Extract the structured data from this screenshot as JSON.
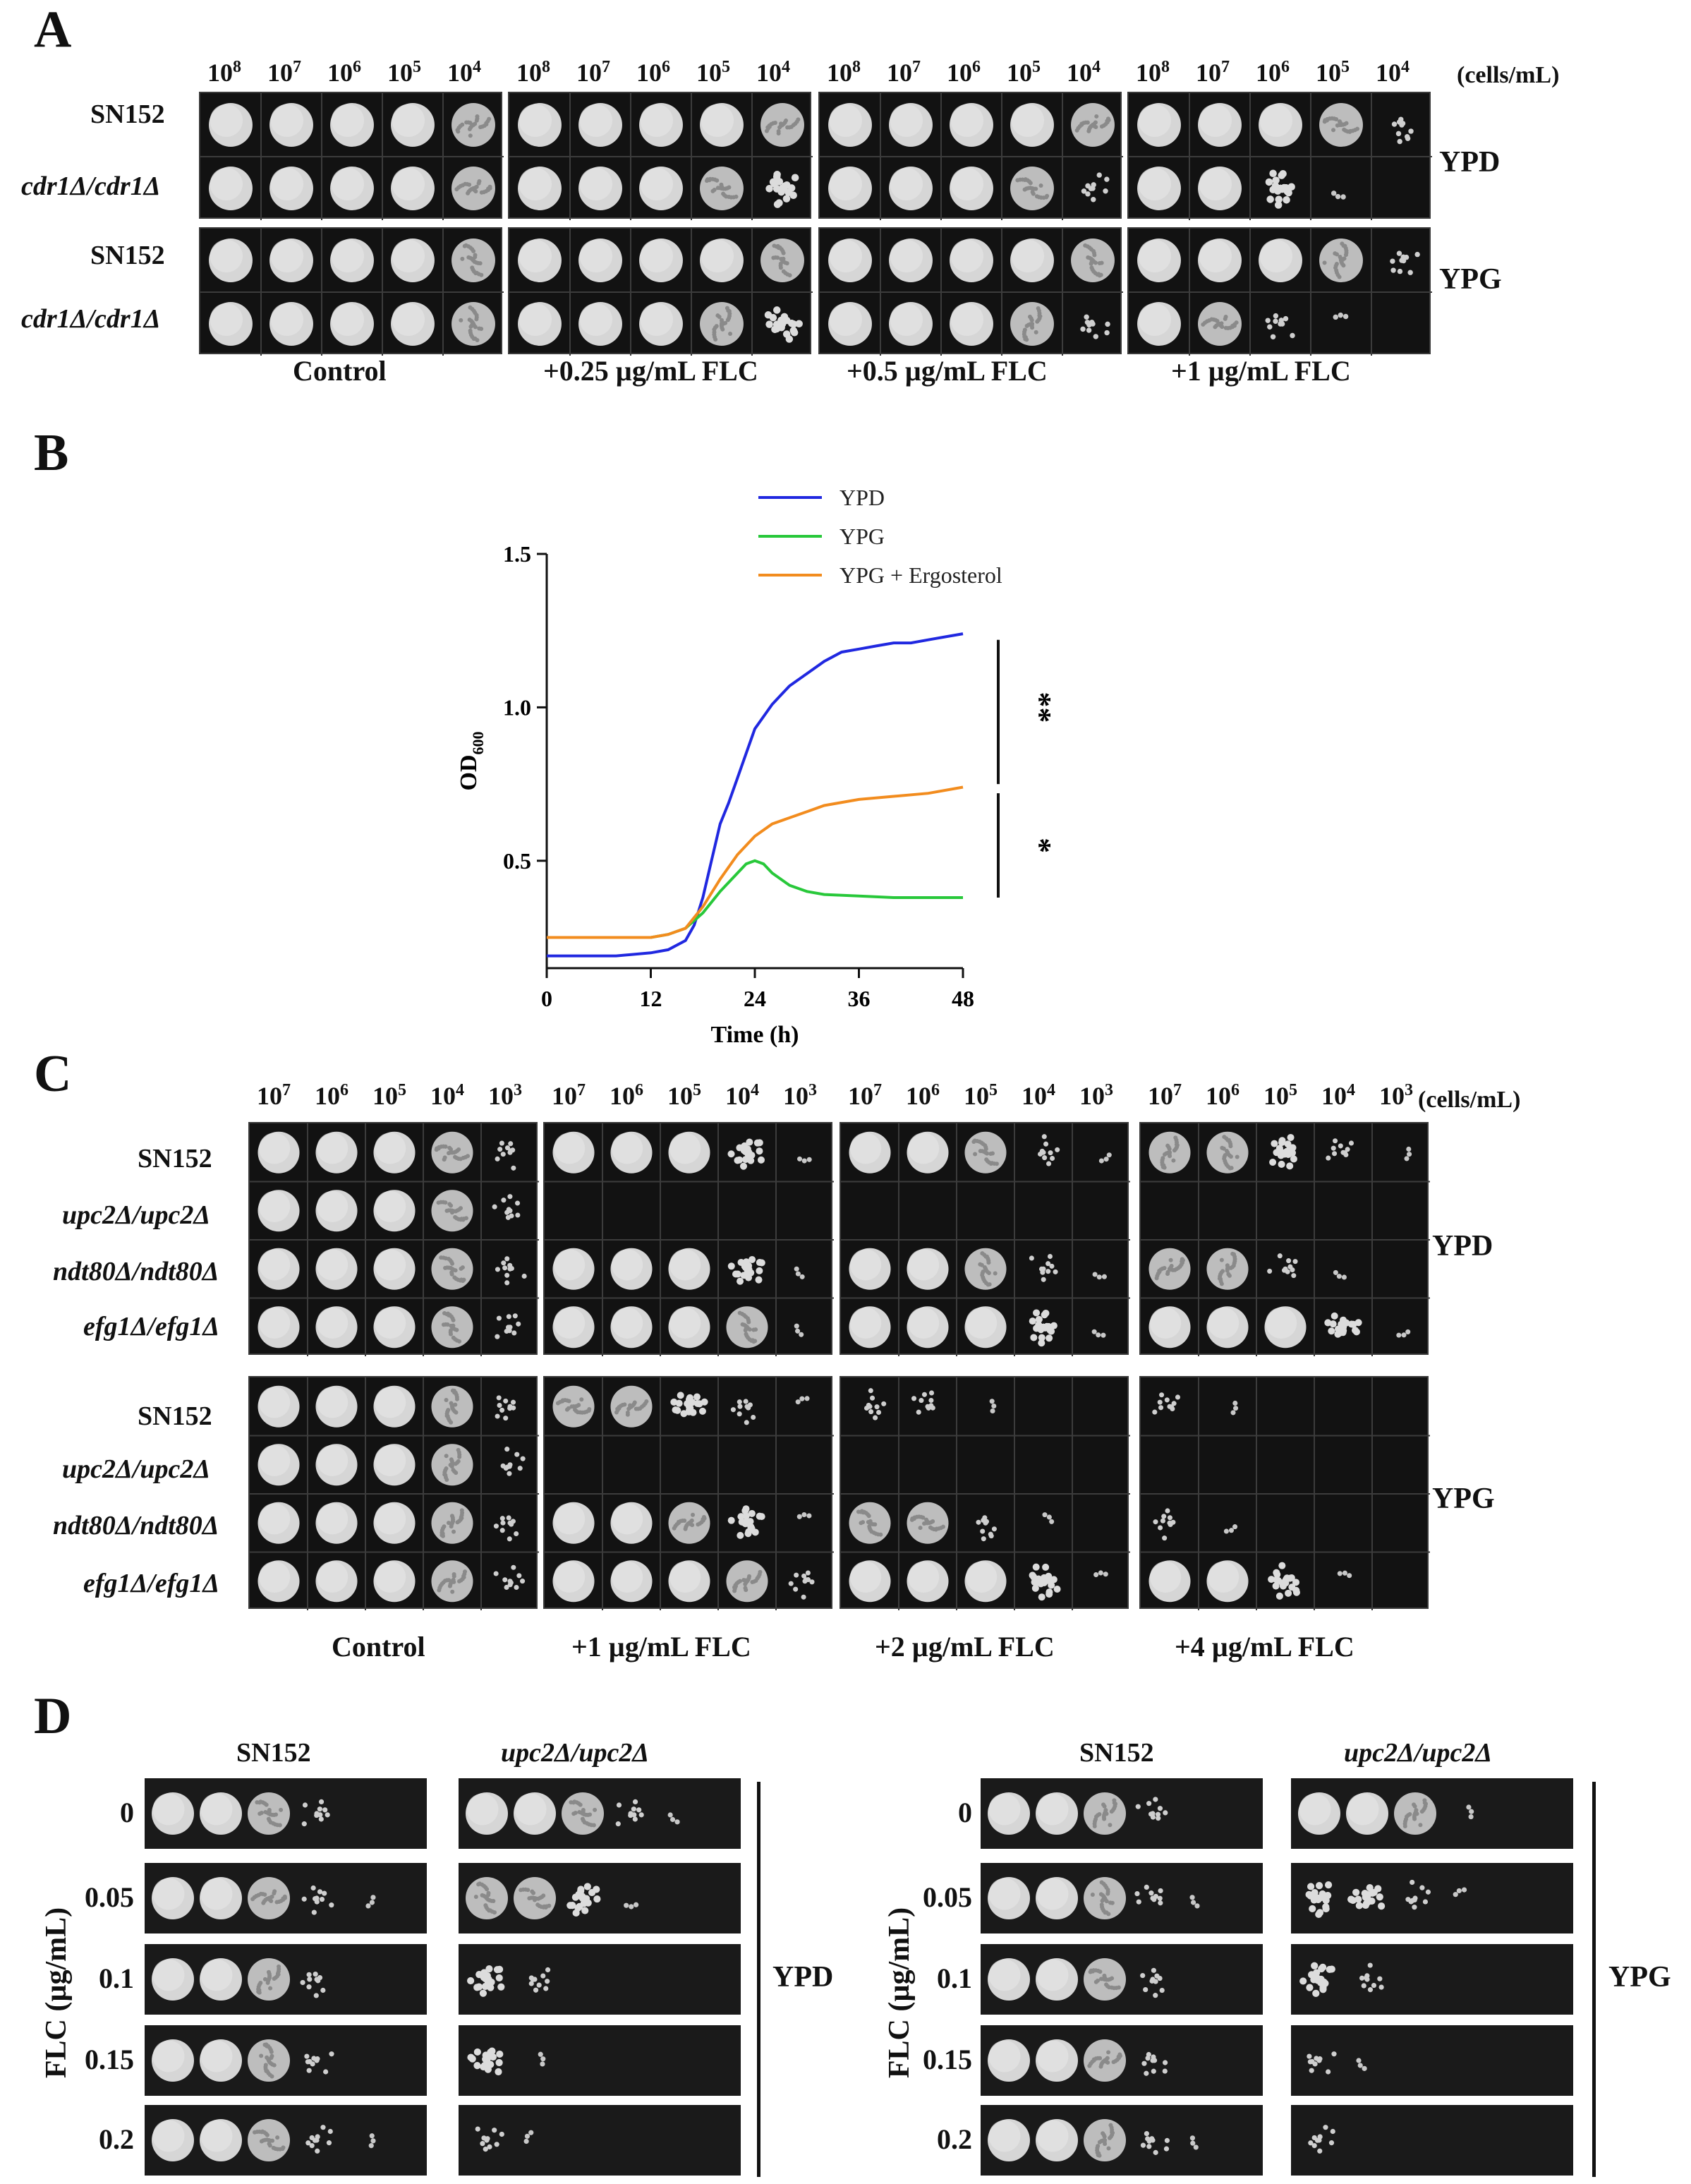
{
  "panels": {
    "A": {
      "letter": "A",
      "dilutions": [
        "10",
        "10",
        "10",
        "10",
        "10"
      ],
      "exponents": [
        "8",
        "7",
        "6",
        "5",
        "4"
      ],
      "units": "(cells/mL)",
      "strains": [
        "SN152",
        "cdr1Δ/cdr1Δ",
        "SN152",
        "cdr1Δ/cdr1Δ"
      ],
      "media": [
        "YPD",
        "YPG"
      ],
      "conditions": [
        "Control",
        "+0.25 µg/mL FLC",
        "+0.5 µg/mL FLC",
        "+1 µg/mL FLC"
      ],
      "growth": {
        "YPD": [
          [
            [
              5,
              5,
              5,
              5,
              4
            ],
            [
              5,
              5,
              5,
              5,
              4
            ]
          ],
          [
            [
              5,
              5,
              5,
              5,
              4
            ],
            [
              5,
              5,
              5,
              4,
              3
            ]
          ],
          [
            [
              5,
              5,
              5,
              5,
              4
            ],
            [
              5,
              5,
              5,
              4,
              2
            ]
          ],
          [
            [
              5,
              5,
              5,
              4,
              2
            ],
            [
              5,
              5,
              3,
              1,
              0
            ]
          ]
        ],
        "YPG": [
          [
            [
              5,
              5,
              5,
              5,
              4
            ],
            [
              5,
              5,
              5,
              5,
              4
            ]
          ],
          [
            [
              5,
              5,
              5,
              5,
              4
            ],
            [
              5,
              5,
              5,
              4,
              3
            ]
          ],
          [
            [
              5,
              5,
              5,
              5,
              4
            ],
            [
              5,
              5,
              5,
              4,
              2
            ]
          ],
          [
            [
              5,
              5,
              5,
              4,
              2
            ],
            [
              5,
              4,
              2,
              1,
              0
            ]
          ]
        ]
      }
    },
    "B": {
      "letter": "B",
      "sig_upper": "**",
      "sig_lower": "*"
    },
    "C": {
      "letter": "C",
      "dilutions": [
        "10",
        "10",
        "10",
        "10",
        "10"
      ],
      "exponents": [
        "7",
        "6",
        "5",
        "4",
        "3"
      ],
      "units": "(cells/mL)",
      "strains": [
        "SN152",
        "upc2Δ/upc2Δ",
        "ndt80Δ/ndt80Δ",
        "efg1Δ/efg1Δ"
      ],
      "media": [
        "YPD",
        "YPG"
      ],
      "conditions": [
        "Control",
        "+1 µg/mL FLC",
        "+2 µg/mL FLC",
        "+4 µg/mL FLC"
      ],
      "growth": {
        "YPD": [
          [
            [
              5,
              5,
              5,
              4,
              2
            ],
            [
              5,
              5,
              5,
              4,
              2
            ],
            [
              5,
              5,
              5,
              4,
              2
            ],
            [
              5,
              5,
              5,
              4,
              2
            ]
          ],
          [
            [
              5,
              5,
              5,
              3,
              1
            ],
            [
              0,
              0,
              0,
              0,
              0
            ],
            [
              5,
              5,
              5,
              3,
              1
            ],
            [
              5,
              5,
              5,
              4,
              1
            ]
          ],
          [
            [
              5,
              5,
              4,
              2,
              1
            ],
            [
              0,
              0,
              0,
              0,
              0
            ],
            [
              5,
              5,
              4,
              2,
              1
            ],
            [
              5,
              5,
              5,
              3,
              1
            ]
          ],
          [
            [
              4,
              4,
              3,
              2,
              1
            ],
            [
              0,
              0,
              0,
              0,
              0
            ],
            [
              4,
              4,
              2,
              1,
              0
            ],
            [
              5,
              5,
              5,
              3,
              1
            ]
          ]
        ],
        "YPG": [
          [
            [
              5,
              5,
              5,
              4,
              2
            ],
            [
              5,
              5,
              5,
              4,
              2
            ],
            [
              5,
              5,
              5,
              4,
              2
            ],
            [
              5,
              5,
              5,
              4,
              2
            ]
          ],
          [
            [
              4,
              4,
              3,
              2,
              1
            ],
            [
              0,
              0,
              0,
              0,
              0
            ],
            [
              5,
              5,
              4,
              3,
              1
            ],
            [
              5,
              5,
              5,
              4,
              2
            ]
          ],
          [
            [
              2,
              2,
              1,
              0,
              0
            ],
            [
              0,
              0,
              0,
              0,
              0
            ],
            [
              4,
              4,
              2,
              1,
              0
            ],
            [
              5,
              5,
              5,
              3,
              1
            ]
          ],
          [
            [
              2,
              1,
              0,
              0,
              0
            ],
            [
              0,
              0,
              0,
              0,
              0
            ],
            [
              2,
              1,
              0,
              0,
              0
            ],
            [
              5,
              5,
              3,
              1,
              0
            ]
          ]
        ]
      }
    },
    "D": {
      "letter": "D",
      "strains": [
        "SN152",
        "upc2Δ/upc2Δ"
      ],
      "axis_label": "FLC (µg/mL)",
      "concentrations": [
        "0",
        "0.05",
        "0.1",
        "0.15",
        "0.2"
      ],
      "media": [
        "YPD",
        "YPG"
      ]
    }
  },
  "chart_data": {
    "type": "line",
    "title": "",
    "xlabel": "Time (h)",
    "ylabel": "OD600",
    "ylabel_main": "OD",
    "ylabel_sub": "600",
    "xlim": [
      0,
      48
    ],
    "ylim": [
      0.15,
      1.5
    ],
    "xticks": [
      "0",
      "12",
      "24",
      "36",
      "48"
    ],
    "yticks": [
      "0.5",
      "1.0",
      "1.5"
    ],
    "legend_position": "top-right",
    "series": [
      {
        "name": "YPD",
        "color": "#2028e0",
        "x": [
          0,
          4,
          8,
          12,
          14,
          16,
          17,
          18,
          19,
          20,
          21,
          22,
          23,
          24,
          25,
          26,
          27,
          28,
          30,
          32,
          34,
          36,
          38,
          40,
          42,
          44,
          46,
          48
        ],
        "y": [
          0.19,
          0.19,
          0.19,
          0.2,
          0.21,
          0.24,
          0.29,
          0.38,
          0.5,
          0.62,
          0.69,
          0.77,
          0.85,
          0.93,
          0.97,
          1.01,
          1.04,
          1.07,
          1.11,
          1.15,
          1.18,
          1.19,
          1.2,
          1.21,
          1.21,
          1.22,
          1.23,
          1.24
        ]
      },
      {
        "name": "YPG",
        "color": "#28c83a",
        "x": [
          0,
          4,
          8,
          12,
          14,
          16,
          18,
          20,
          22,
          23,
          24,
          25,
          26,
          28,
          30,
          32,
          36,
          40,
          44,
          48
        ],
        "y": [
          0.25,
          0.25,
          0.25,
          0.25,
          0.26,
          0.28,
          0.33,
          0.4,
          0.46,
          0.49,
          0.5,
          0.49,
          0.46,
          0.42,
          0.4,
          0.39,
          0.385,
          0.38,
          0.38,
          0.38
        ]
      },
      {
        "name": "YPG + Ergosterol",
        "color": "#f28c1e",
        "x": [
          0,
          4,
          8,
          12,
          14,
          16,
          18,
          20,
          22,
          24,
          26,
          28,
          30,
          32,
          36,
          40,
          44,
          48
        ],
        "y": [
          0.25,
          0.25,
          0.25,
          0.25,
          0.26,
          0.28,
          0.35,
          0.44,
          0.52,
          0.58,
          0.62,
          0.64,
          0.66,
          0.68,
          0.7,
          0.71,
          0.72,
          0.74
        ]
      }
    ]
  }
}
